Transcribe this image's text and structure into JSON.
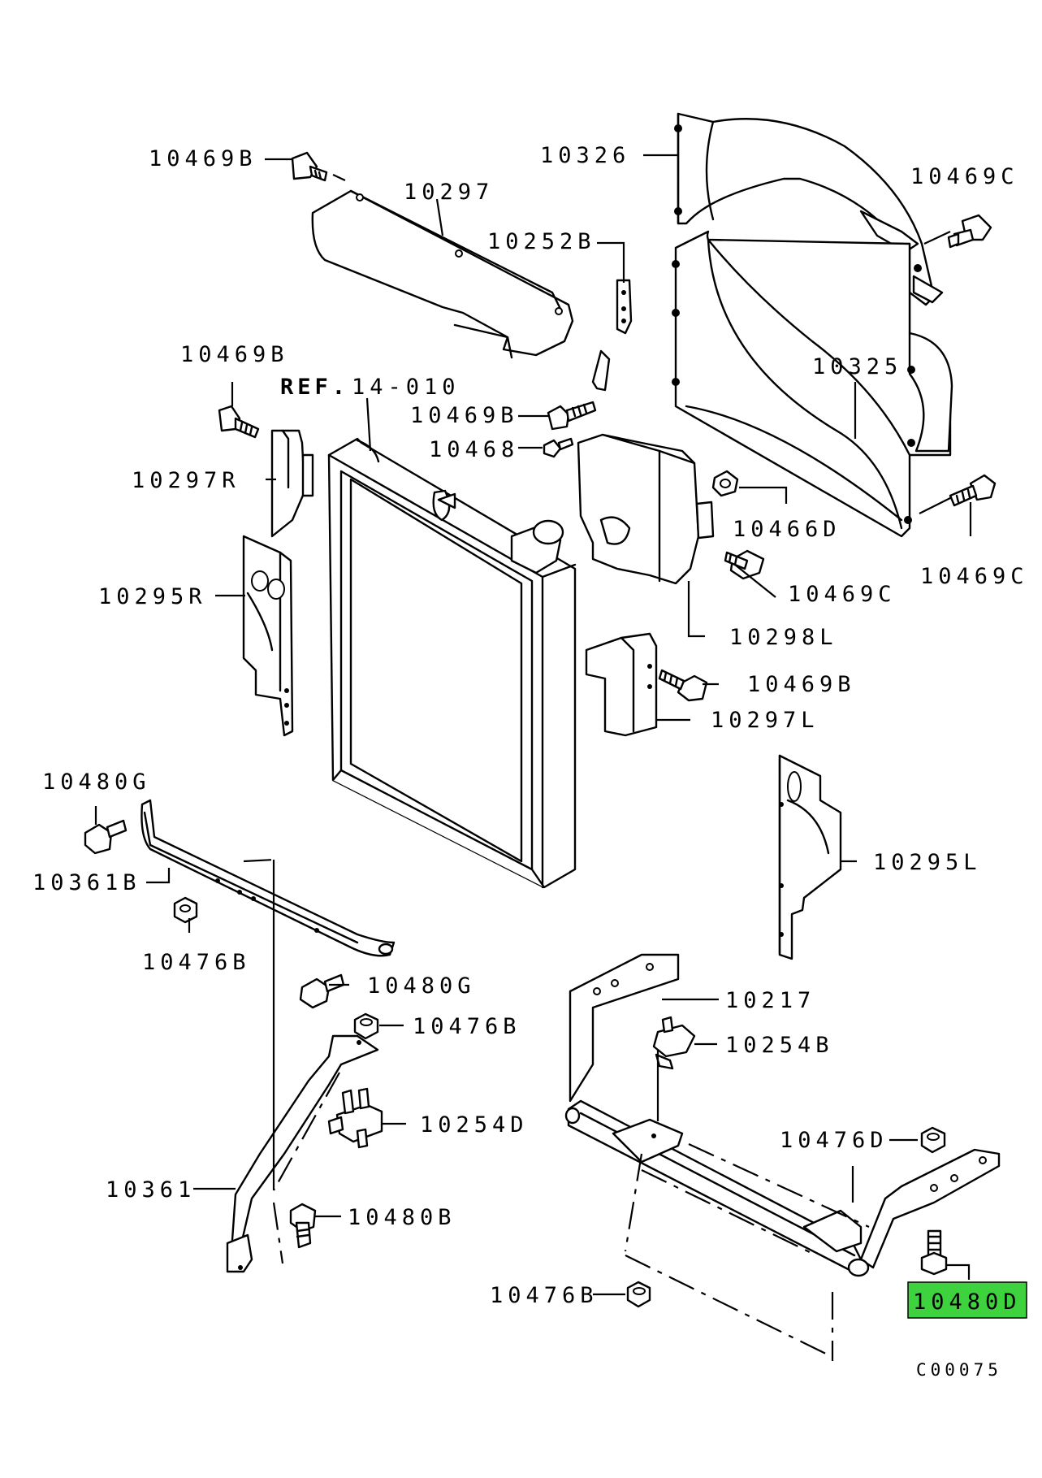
{
  "colors": {
    "background": "#ffffff",
    "ink": "#000000",
    "highlight": "#3ed23e"
  },
  "labels": {
    "l10469b_top": "10469B",
    "l10297": "10297",
    "l10326": "10326",
    "l10252b": "10252B",
    "l10469c_top": "10469C",
    "l10469b_left": "10469B",
    "ref": "REF.",
    "ref_num": "14-010",
    "l10469b_mid": "10469B",
    "l10468": "10468",
    "l10325": "10325",
    "l10297r": "10297R",
    "l10466d": "10466D",
    "l10469c_mid": "10469C",
    "l10469c_right": "10469C",
    "l10295r": "10295R",
    "l10298l": "10298L",
    "l10469b_lower": "10469B",
    "l10297l": "10297L",
    "l10480g_top": "10480G",
    "l10295l": "10295L",
    "l10361b": "10361B",
    "l10476b_a": "10476B",
    "l10480g_mid": "10480G",
    "l10217": "10217",
    "l10476b_b": "10476B",
    "l10254b": "10254B",
    "l10254d": "10254D",
    "l10476d": "10476D",
    "l10361": "10361",
    "l10480b": "10480B",
    "l10476b_c": "10476B",
    "l10480d": "10480D",
    "code": "C00075"
  },
  "icons": [
    "bolt-icon",
    "nut-icon",
    "rubber-mount-icon"
  ]
}
